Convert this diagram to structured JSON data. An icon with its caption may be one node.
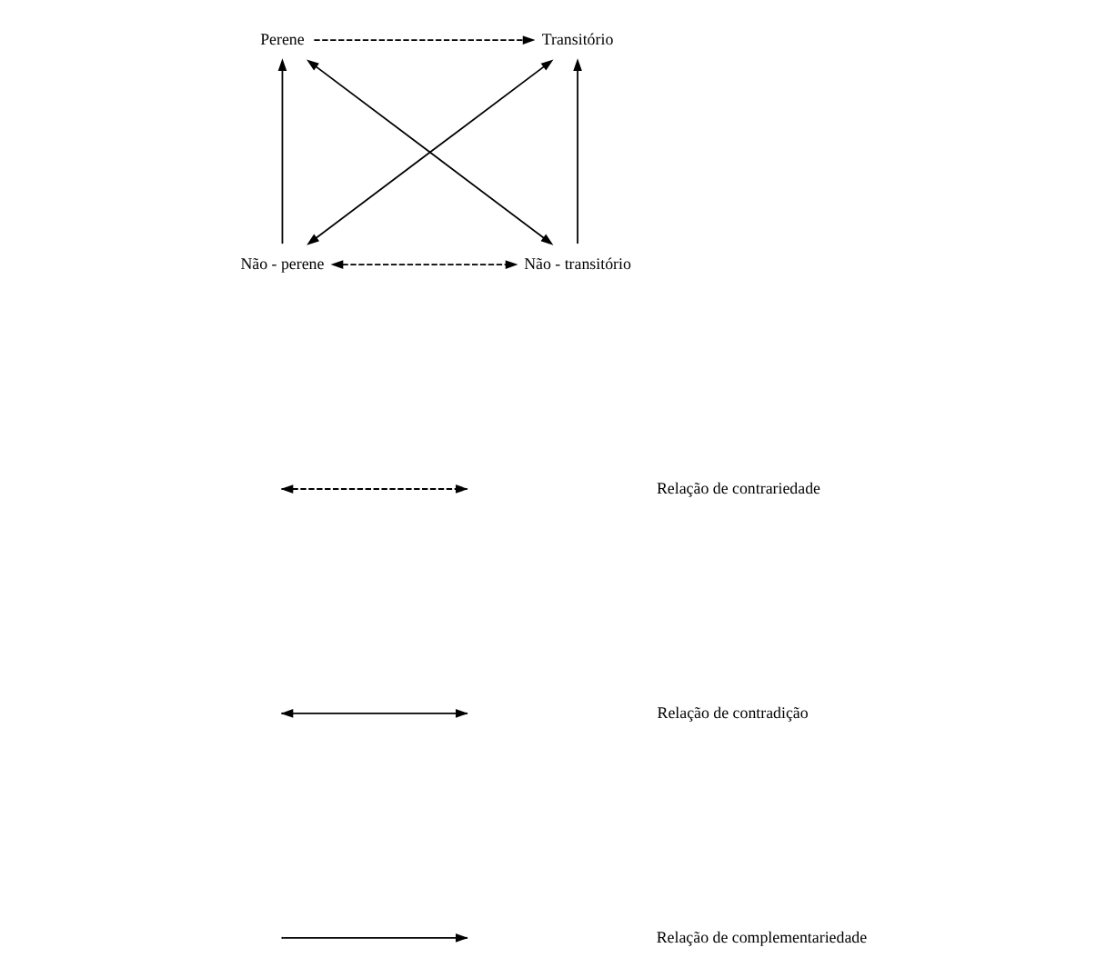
{
  "diagram": {
    "nodes": [
      {
        "text": [
          "Perene"
        ]
      },
      {
        "text": [
          "Transitório"
        ]
      },
      {
        "text": [
          "Não - perene"
        ]
      },
      {
        "text": [
          "Não - transitório"
        ]
      }
    ],
    "edges": [
      {
        "from": 0,
        "to": 1,
        "arrow": "to",
        "style": "dashed"
      },
      {
        "from": 0,
        "to": 3,
        "arrow": "both"
      },
      {
        "from": 2,
        "to": 1,
        "arrow": "both"
      },
      {
        "from": 2,
        "to": 0,
        "arrow": "to"
      },
      {
        "from": 3,
        "to": 1,
        "arrow": "to"
      },
      {
        "from": 2,
        "to": 3,
        "arrow": "both",
        "style": "dashed"
      }
    ],
    "legend": [
      {
        "text": "Relação de contrariedade"
      },
      {
        "text": "Relação de contradição"
      },
      {
        "text": "Relação de complementariedade"
      }
    ]
  }
}
